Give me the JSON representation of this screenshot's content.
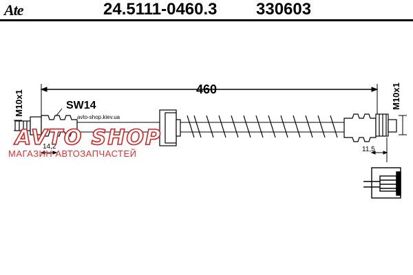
{
  "header": {
    "logo_text": "Ate",
    "part_number": "24.5111-0460.3",
    "ref_number": "330603"
  },
  "drawing": {
    "length_label": "460",
    "wrench_label": "SW14",
    "thread_left": "M10x1",
    "thread_right": "M10x1",
    "dim_left": "14,2",
    "dim_right": "11,5"
  },
  "watermark": {
    "url": "avto-shop.kiev.ua",
    "brand": "AVTO SHOP",
    "tagline": "МАГАЗИН АВТОЗАПЧАСТЕЙ"
  },
  "colors": {
    "line": "#000000",
    "watermark_red": "#d82020"
  }
}
